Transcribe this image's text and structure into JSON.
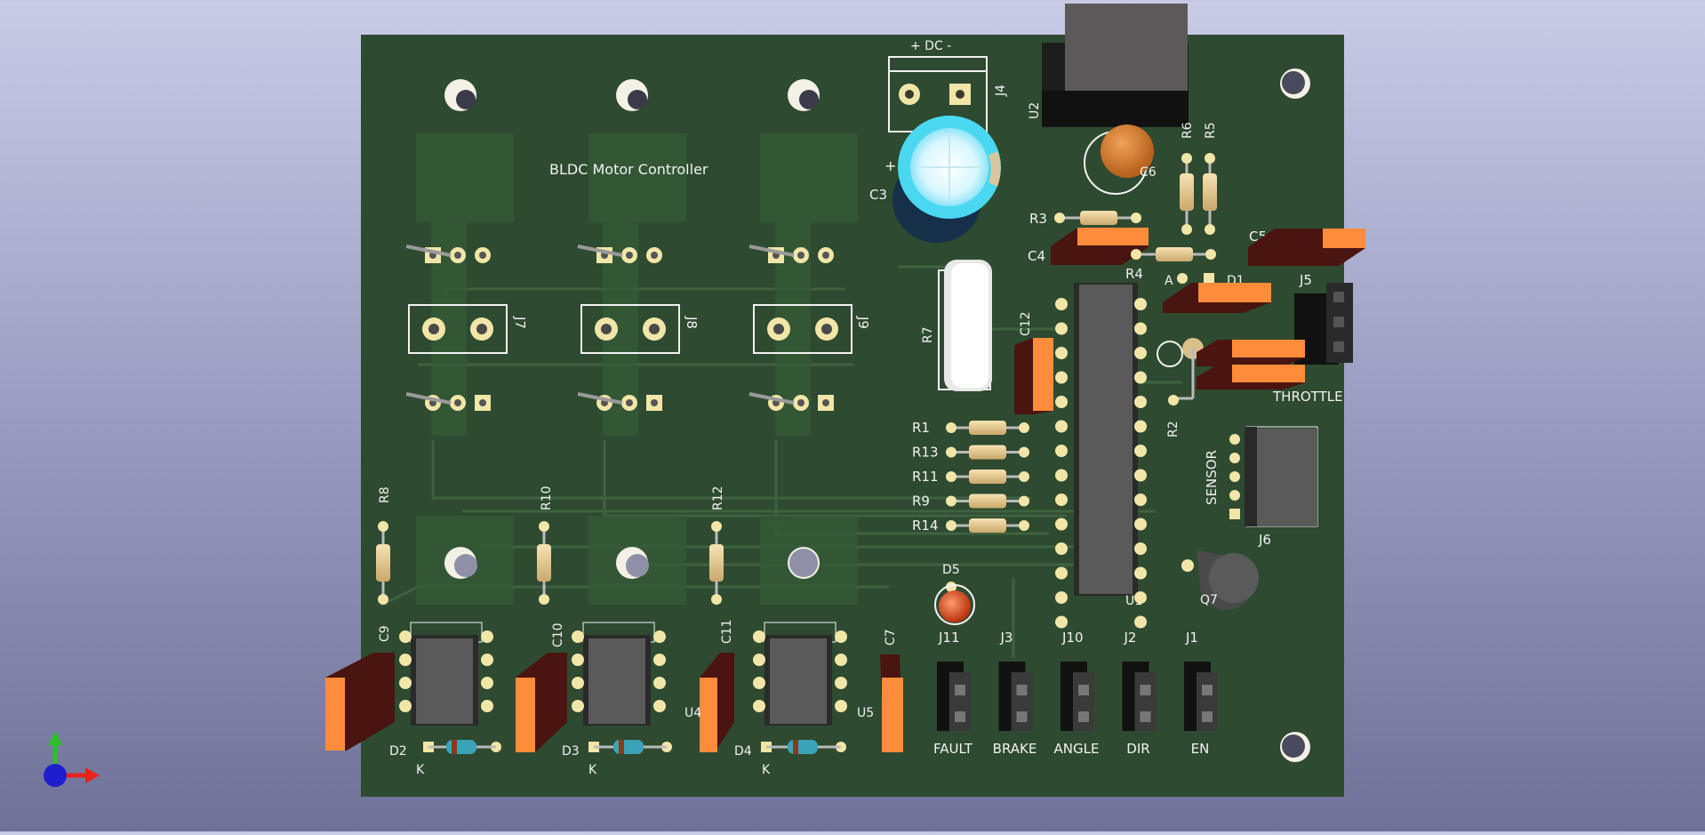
{
  "board": {
    "title": "BLDC Motor Controller",
    "colors": {
      "background_top": "#c9cbe6",
      "background_bottom": "#6f7298",
      "pcb": "#2e4a30",
      "silkscreen": "#f2f2f2",
      "pad": "#f1e6a8",
      "smd_cap": "#ff8c3a",
      "ic_body": "#5a5a5a",
      "electrolytic_top": "#a9efff",
      "led": "#e0502a"
    }
  },
  "power_connector": {
    "ref": "J4",
    "label": "+ DC -"
  },
  "components": {
    "C3": "C3",
    "U2": "U2",
    "C6": "C6",
    "R6": "R6",
    "R5": "R5",
    "R3": "R3",
    "C4": "C4",
    "R4": "R4",
    "C5": "C5",
    "A": "A",
    "D1": "D1",
    "J5": "J5",
    "R7": "R7",
    "C12": "C12",
    "R2": "R2",
    "R1": "R1",
    "R13": "R13",
    "R11": "R11",
    "R9": "R9",
    "R14": "R14",
    "J7": "J7",
    "J8": "J8",
    "J9": "J9",
    "R8": "R8",
    "R10": "R10",
    "R12": "R12",
    "C9": "C9",
    "C10": "C10",
    "C11": "C11",
    "C7": "C7",
    "U4": "U4",
    "U5": "U5",
    "D2": "D2",
    "D3": "D3",
    "D4": "D4",
    "K": "K",
    "D5": "D5",
    "U1": "U1",
    "Q7": "Q7",
    "J6": "J6"
  },
  "labels": {
    "throttle": "THROTTLE",
    "sensor": "SENSOR"
  },
  "headers": [
    {
      "ref": "J11",
      "name": "FAULT"
    },
    {
      "ref": "J3",
      "name": "BRAKE"
    },
    {
      "ref": "J10",
      "name": "ANGLE"
    },
    {
      "ref": "J2",
      "name": "DIR"
    },
    {
      "ref": "J1",
      "name": "EN"
    }
  ],
  "axis_gizmo": {
    "x_color": "#e8231a",
    "y_color": "#2bbf2b",
    "z_color": "#1e1ecf"
  }
}
